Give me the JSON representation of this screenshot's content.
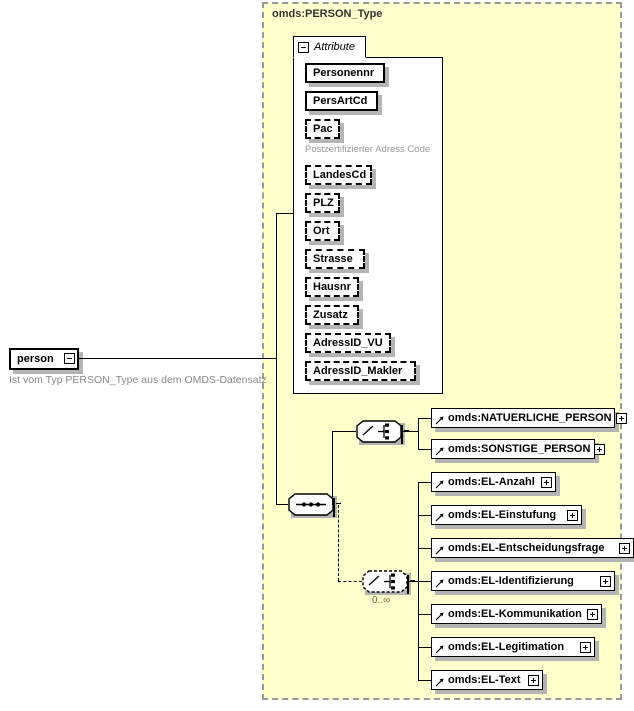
{
  "diagram": {
    "kind": "xsd-schema-diagram",
    "root_element": {
      "name": "person",
      "toggle": "minus",
      "description": "Ist vom Typ PERSON_Type aus dem OMDS-Datensatz"
    },
    "complex_type": {
      "name": "omds:PERSON_Type",
      "background_color": "#ffffcc",
      "border_color": "#999999"
    },
    "attribute_section": {
      "label": "Attribute",
      "toggle": "minus",
      "attributes": [
        {
          "name": "Personennr",
          "required": true,
          "annotation": ""
        },
        {
          "name": "PersArtCd",
          "required": true,
          "annotation": ""
        },
        {
          "name": "Pac",
          "required": false,
          "annotation": "Postzertifizierter Adress Code"
        },
        {
          "name": "LandesCd",
          "required": false,
          "annotation": ""
        },
        {
          "name": "PLZ",
          "required": false,
          "annotation": ""
        },
        {
          "name": "Ort",
          "required": false,
          "annotation": ""
        },
        {
          "name": "Strasse",
          "required": false,
          "annotation": ""
        },
        {
          "name": "Hausnr",
          "required": false,
          "annotation": ""
        },
        {
          "name": "Zusatz",
          "required": false,
          "annotation": ""
        },
        {
          "name": "AdressID_VU",
          "required": false,
          "annotation": ""
        },
        {
          "name": "AdressID_Makler",
          "required": false,
          "annotation": ""
        }
      ]
    },
    "compositors": {
      "sequence": {
        "symbol": "sequence",
        "toggle": "minus",
        "cardinality": ""
      },
      "choice_person": {
        "symbol": "choice",
        "toggle": "minus",
        "cardinality": ""
      },
      "choice_el": {
        "symbol": "choice",
        "toggle": "minus",
        "cardinality": "0..∞",
        "optional": true
      }
    },
    "choice_person_elements": [
      {
        "name": "omds:NATUERLICHE_PERSON",
        "toggle": "plus"
      },
      {
        "name": "omds:SONSTIGE_PERSON",
        "toggle": "plus"
      }
    ],
    "choice_el_elements": [
      {
        "name": "omds:EL-Anzahl",
        "toggle": "plus"
      },
      {
        "name": "omds:EL-Einstufung",
        "toggle": "plus"
      },
      {
        "name": "omds:EL-Entscheidungsfrage",
        "toggle": "plus"
      },
      {
        "name": "omds:EL-Identifizierung",
        "toggle": "plus"
      },
      {
        "name": "omds:EL-Kommunikation",
        "toggle": "plus"
      },
      {
        "name": "omds:EL-Legitimation",
        "toggle": "plus"
      },
      {
        "name": "omds:EL-Text",
        "toggle": "plus"
      }
    ]
  }
}
